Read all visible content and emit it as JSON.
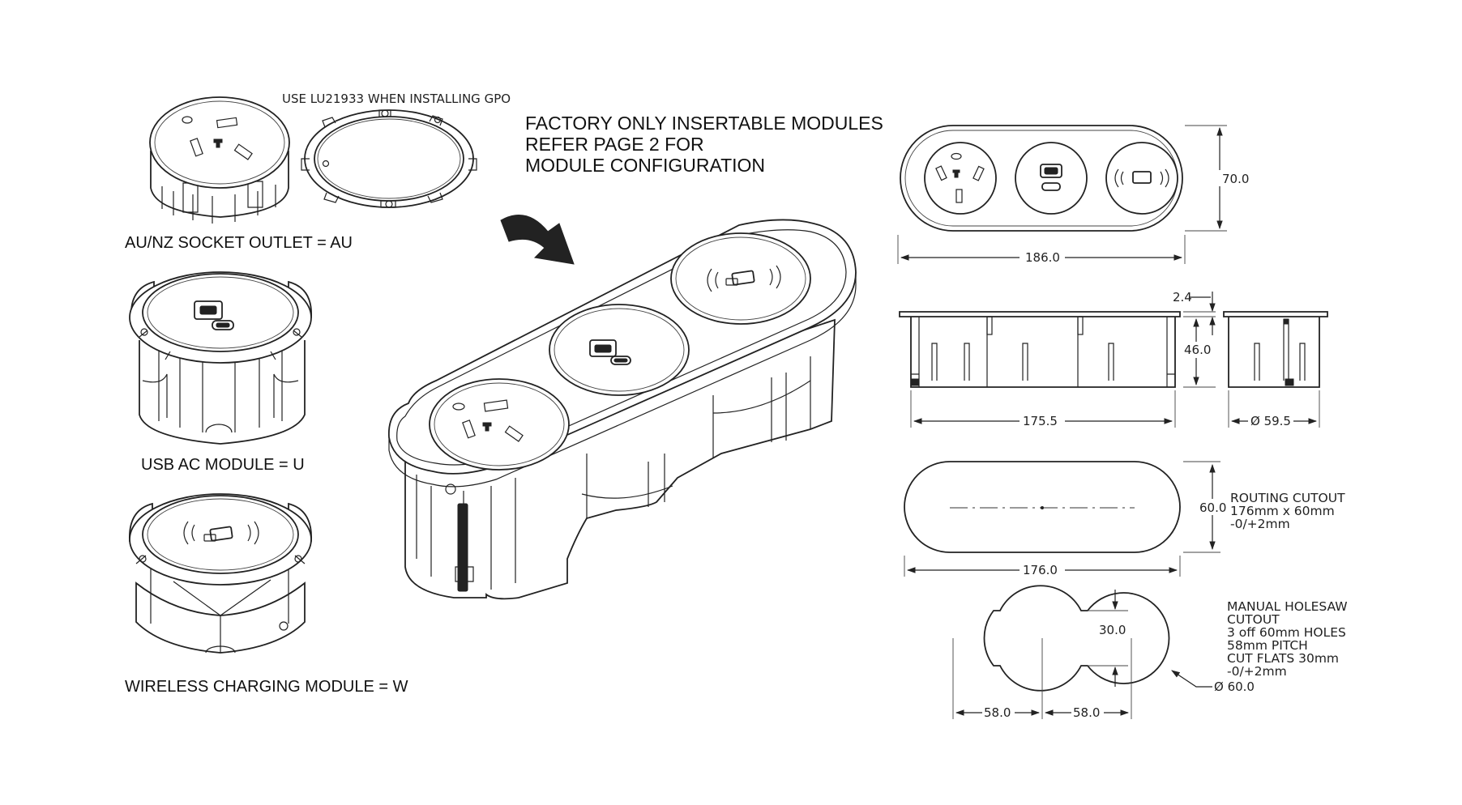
{
  "gpo_note": "USE LU21933 WHEN INSTALLING GPO",
  "modules": [
    {
      "label": "AU/NZ SOCKET OUTLET = AU"
    },
    {
      "label": "USB AC MODULE = U"
    },
    {
      "label": "WIRELESS CHARGING MODULE = W"
    }
  ],
  "factory_note": [
    "FACTORY ONLY INSERTABLE MODULES",
    "REFER PAGE 2 FOR",
    "MODULE CONFIGURATION"
  ],
  "dimensions": {
    "top_length": "186.0",
    "top_height": "70.0",
    "flange": "2.4",
    "body_height": "46.0",
    "body_length": "175.5",
    "module_dia": "Ø 59.5",
    "cutout_length": "176.0",
    "cutout_width": "60.0",
    "flat_width": "30.0",
    "pitch_1": "58.0",
    "pitch_2": "58.0",
    "hole_dia": "Ø 60.0"
  },
  "routing_note": [
    "ROUTING CUTOUT",
    "176mm x 60mm",
    "-0/+2mm"
  ],
  "holesaw_note": [
    "MANUAL HOLESAW",
    "CUTOUT",
    "3 off  60mm HOLES",
    "58mm PITCH",
    "CUT FLATS 30mm",
    "-0/+2mm"
  ]
}
